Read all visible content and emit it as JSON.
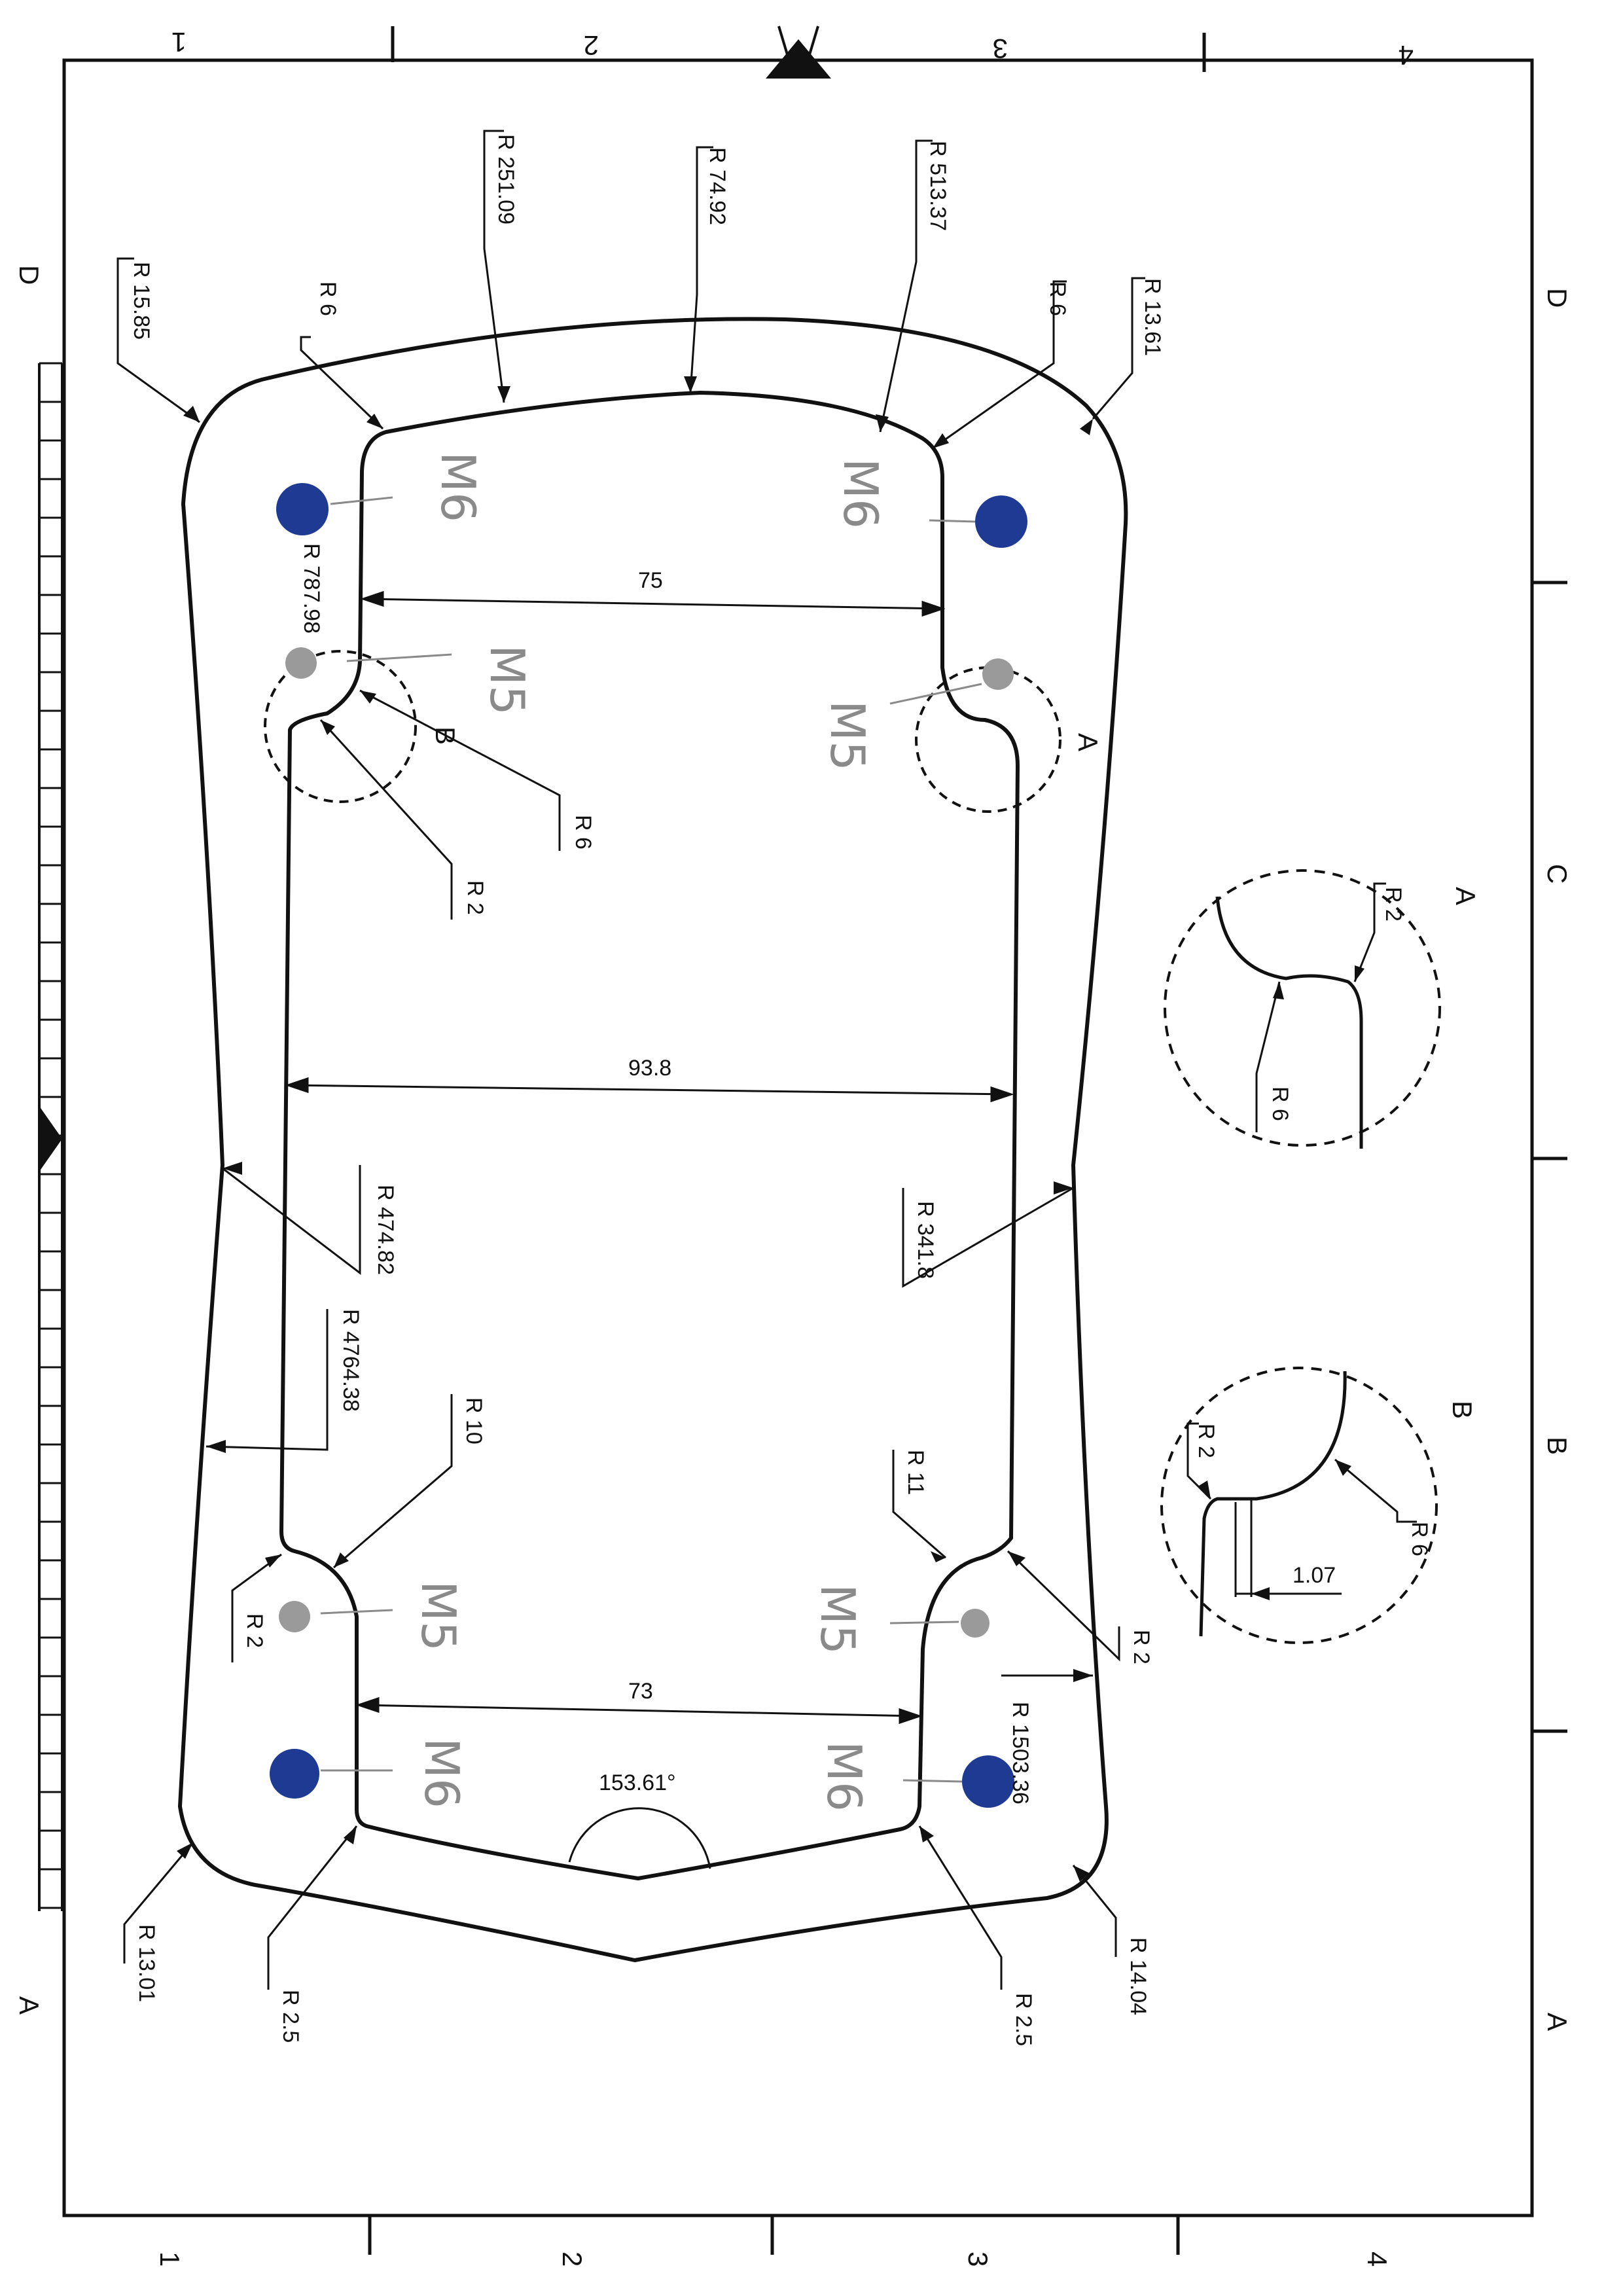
{
  "sheet": {
    "zones_top": [
      "1",
      "2",
      "3",
      "4"
    ],
    "zones_bottom": [
      "1",
      "2",
      "3",
      "4"
    ],
    "rows_left": [
      "D",
      "A"
    ],
    "rows_right": [
      "D",
      "C",
      "B",
      "A"
    ]
  },
  "radii": {
    "outer_top_left": "R 15.85",
    "outer_top_right": "R 13.61",
    "outer_bottom_left": "R 13.01",
    "outer_bottom_right": "R 14.04",
    "outer_top_edge": "R 251.09",
    "inner_top_left": "R 74.92",
    "inner_top_right": "R 513.37",
    "fillet_top_left": "R 6",
    "fillet_top_right": "R 6",
    "side_left_upper": "R 787.98",
    "notch_b_r6": "R 6",
    "notch_b_r2": "R 2",
    "outer_left_mid": "R 474.82",
    "outer_left_lower": "R 4764.38",
    "outer_right_mid": "R 341.8",
    "lower_left_r10": "R 10",
    "lower_left_r2": "R 2",
    "lower_right_r11": "R 11",
    "lower_right_r2": "R 2",
    "bottom_arc_right": "R 1503.36",
    "bottom_left_r25": "R 2.5",
    "bottom_right_r25": "R 2.5"
  },
  "dimensions": {
    "top_width": "75",
    "mid_width": "93.8",
    "bottom_width": "73",
    "angle": "153.61°"
  },
  "details": {
    "a_label": "A",
    "a_r2": "R 2",
    "a_r6": "R 6",
    "b_label": "B",
    "b_r2": "R 2",
    "b_r6": "R 6",
    "b_offset": "1.07",
    "callout_a": "A",
    "callout_b": "B"
  },
  "handwriting": {
    "m6_tl": "M6",
    "m6_tr": "M6",
    "m5_tl": "M5",
    "m5_tr": "M5",
    "m5_bl": "M5",
    "m5_br": "M5",
    "m6_bl": "M6",
    "m6_br": "M6"
  },
  "colors": {
    "line": "#111111",
    "hole_blue": "#1f3a93",
    "hole_grey": "#9a9a9a"
  }
}
